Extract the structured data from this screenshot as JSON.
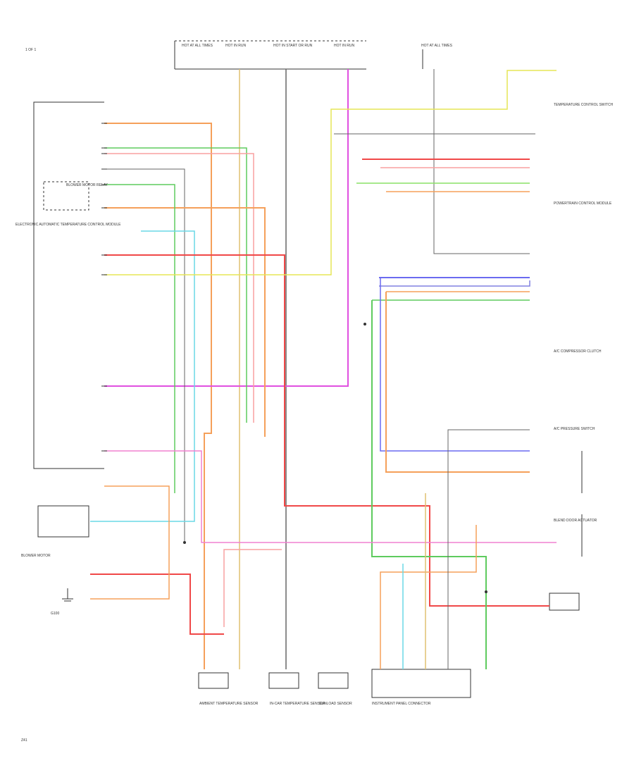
{
  "header": {
    "fig_label": "1 OF 1"
  },
  "footer": {
    "code": "Z41"
  },
  "colors": {
    "orange": "#f5a05a",
    "green": "#5ecb5e",
    "red": "#f04848",
    "pink": "#f080d0",
    "cyan": "#6ad8e6",
    "tan": "#e0c070",
    "blue": "#6a6af0",
    "grey": "#666666",
    "yellow": "#e6e656",
    "lime": "#8ae066",
    "salmon": "#f8a0a0",
    "magenta": "#e050e0",
    "purple": "#8080e0",
    "black": "#222222"
  },
  "fuses": {
    "f1": "HOT AT ALL TIMES",
    "f2": "HOT IN RUN",
    "f3": "HOT IN START OR RUN",
    "f4": "HOT IN RUN",
    "f5": "HOT AT ALL TIMES"
  },
  "labels": {
    "left_module": "ELECTRONIC AUTOMATIC TEMPERATURE CONTROL MODULE",
    "blower_motor": "BLOWER MOTOR",
    "blower_motor_relay": "BLOWER MOTOR RELAY",
    "ground": "G100",
    "sensor_1": "AMBIENT TEMPERATURE SENSOR",
    "sensor_2": "IN-CAR TEMPERATURE SENSOR",
    "sensor_3": "SUNLOAD SENSOR",
    "right_module": "TEMPERATURE CONTROL SWITCH",
    "pcm": "POWERTRAIN CONTROL MODULE",
    "compressor": "A/C COMPRESSOR CLUTCH",
    "pressure_switch": "A/C PRESSURE SWITCH",
    "actuator": "BLEND DOOR ACTUATOR",
    "bottom_module": "INSTRUMENT PANEL CONNECTOR"
  }
}
